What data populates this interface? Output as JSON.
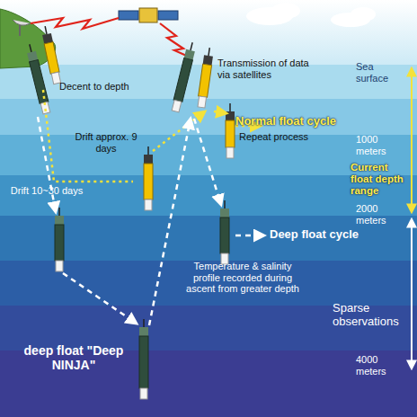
{
  "diagram": {
    "labels": [
      "Transmission of data via satellites",
      "Sea surface",
      "Decent to depth",
      "Normal float cycle",
      "Repeat process",
      "1000 meters",
      "Drift approx. 9 days",
      "Current float depth range",
      "2000 meters",
      "Drift 10~30 days",
      "Deep float cycle",
      "Temperature & salinity profile recorded during ascent from greater depth",
      "Sparse observations",
      "deep float \"Deep NINJA\"",
      "4000 meters"
    ]
  }
}
